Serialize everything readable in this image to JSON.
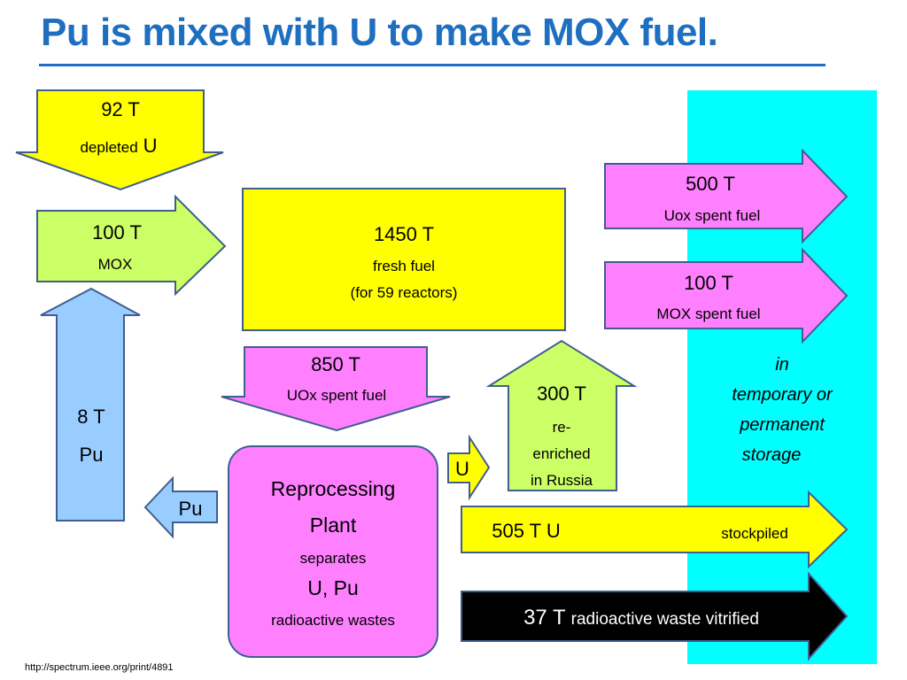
{
  "title": "Pu is mixed with U to make MOX fuel.",
  "source": "http://spectrum.ieee.org/print/4891",
  "colors": {
    "title": "#1f6fc1",
    "storage": "#00ffff",
    "yellow": "#ffff00",
    "green": "#ccff66",
    "pink": "#ff80ff",
    "blue": "#99ccff",
    "black": "#000000",
    "outline": "#3f5f8f"
  },
  "nodes": {
    "depleted": {
      "amount": "92 T",
      "desc": "depleted",
      "elem": "U"
    },
    "mox_in": {
      "amount": "100 T",
      "desc": "MOX"
    },
    "pu_up": {
      "amount": "8 T",
      "desc": "Pu"
    },
    "fresh": {
      "amount": "1450 T",
      "line1": "fresh fuel",
      "line2": "(for 59 reactors)"
    },
    "uox_spent_down": {
      "amount": "850 T",
      "desc": "UOx spent fuel"
    },
    "reprocessing": {
      "line1": "Reprocessing",
      "line2": "Plant",
      "line3": "separates",
      "line4": "U, Pu",
      "line5": "radioactive wastes"
    },
    "pu_left": {
      "label": "Pu"
    },
    "u_right": {
      "label": "U"
    },
    "reenriched": {
      "amount": "300 T",
      "line1": "re-",
      "line2": "enriched",
      "line3": "in Russia"
    },
    "uox_spent_out": {
      "amount": "500 T",
      "desc": "Uox spent fuel"
    },
    "mox_spent_out": {
      "amount": "100 T",
      "desc": "MOX spent fuel"
    },
    "stockpiled": {
      "amount": "505 T U",
      "desc": "stockpiled"
    },
    "waste": {
      "amount": "37 T",
      "desc": "radioactive waste vitrified"
    },
    "storage": {
      "line1": "in",
      "line2": "temporary or",
      "line3": "permanent",
      "line4": "storage"
    }
  }
}
